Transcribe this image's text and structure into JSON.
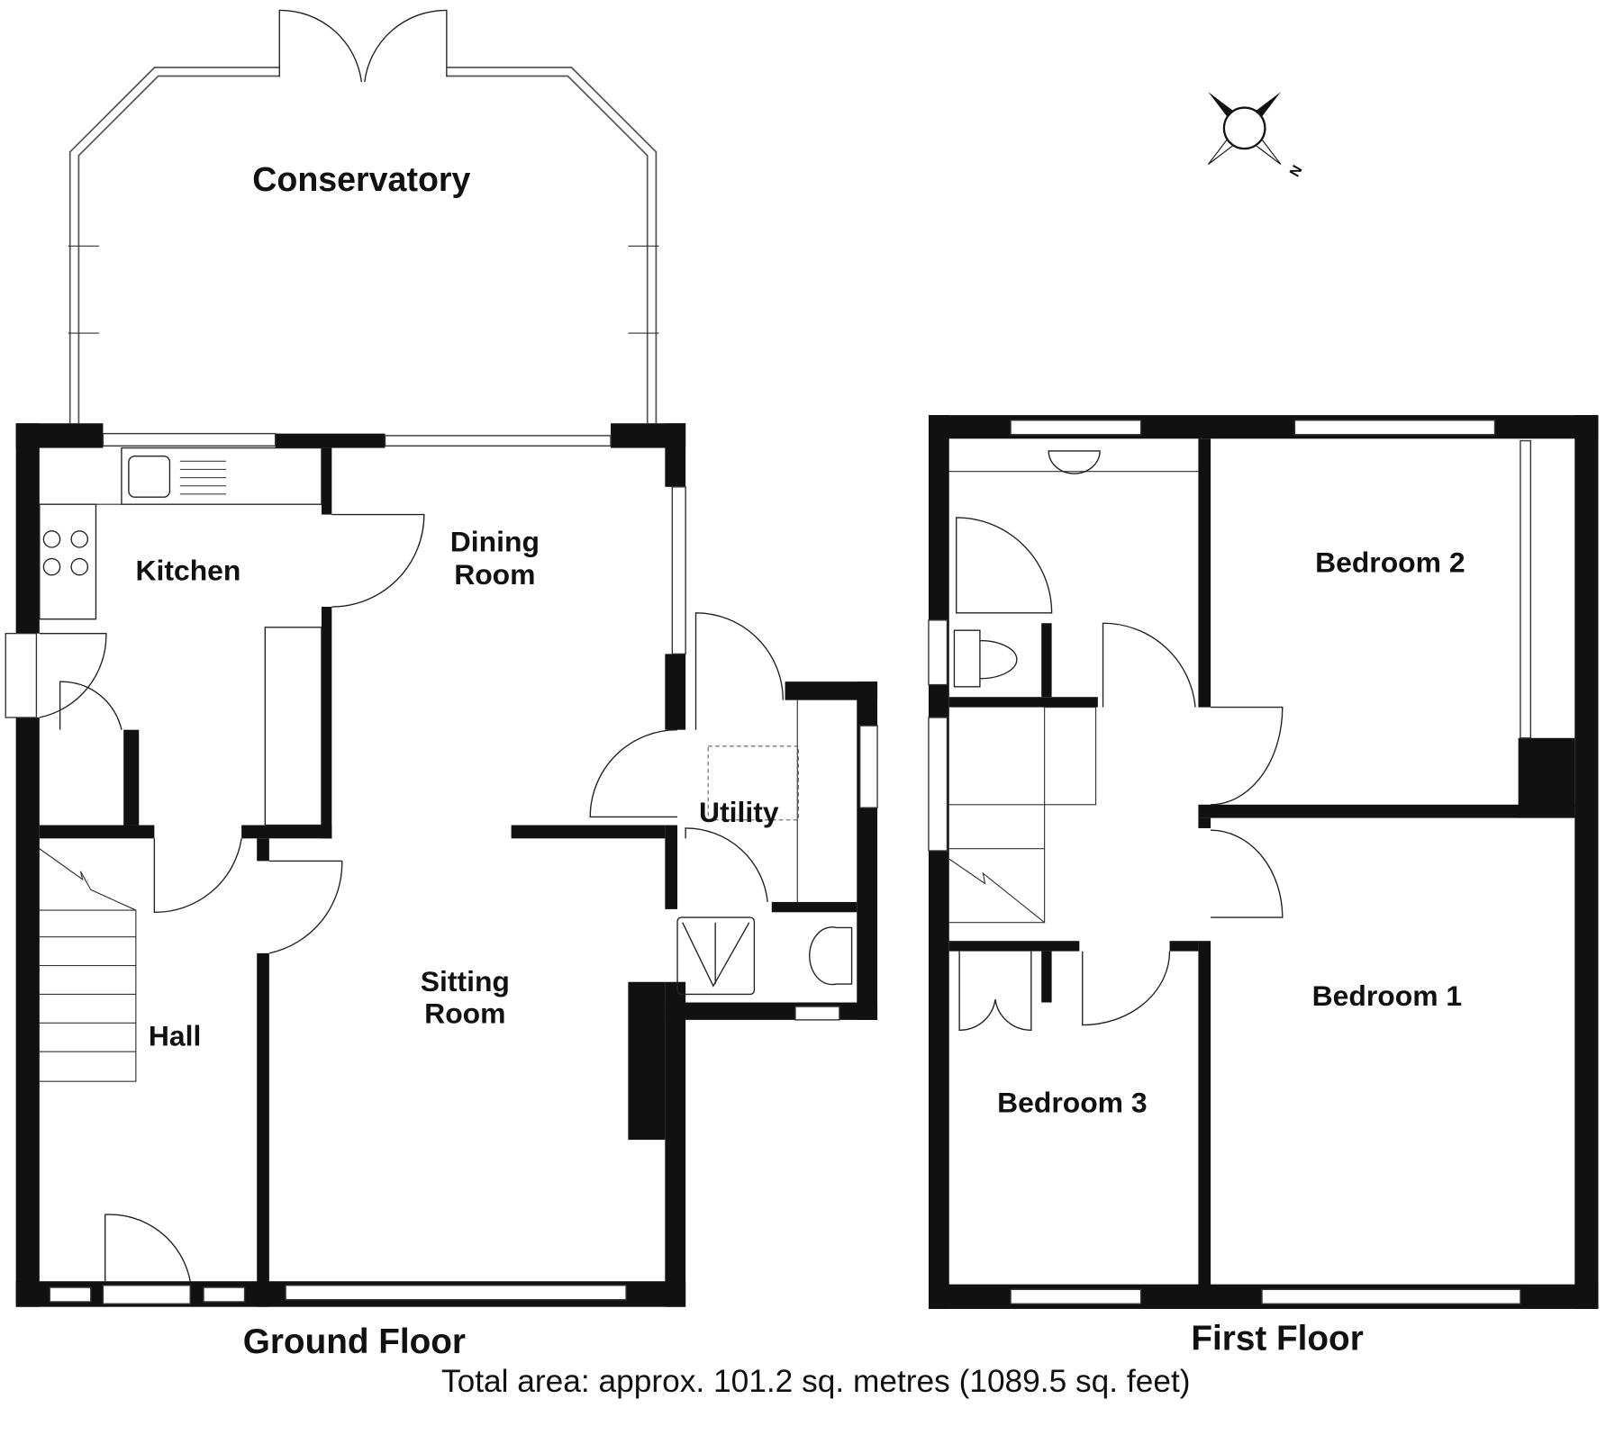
{
  "ground_floor": {
    "title": "Ground Floor",
    "rooms": {
      "conservatory": "Conservatory",
      "kitchen": "Kitchen",
      "dining_line1": "Dining",
      "dining_line2": "Room",
      "utility": "Utility",
      "sitting_line1": "Sitting",
      "sitting_line2": "Room",
      "hall": "Hall"
    }
  },
  "first_floor": {
    "title": "First Floor",
    "rooms": {
      "bedroom1": "Bedroom 1",
      "bedroom2": "Bedroom 2",
      "bedroom3": "Bedroom 3"
    }
  },
  "total_area": "Total area: approx. 101.2 sq. metres (1089.5 sq. feet)",
  "compass": {
    "label": "N",
    "icon": "compass-icon"
  }
}
